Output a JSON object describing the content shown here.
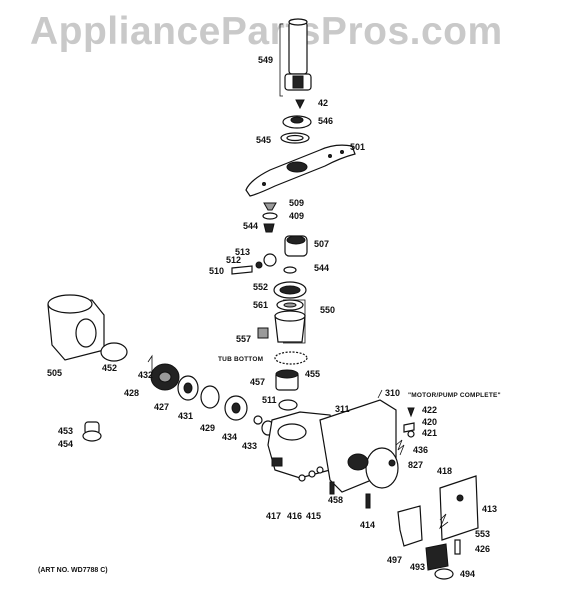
{
  "watermark": "AppliancePartsPros.com",
  "diagram": {
    "art_number": "(ART NO. WD7788 C)",
    "notes": {
      "tub_bottom": "TUB BOTTOM",
      "motor_pump_complete": "\"MOTOR/PUMP COMPLETE\""
    },
    "part_numbers": [
      "549",
      "42",
      "546",
      "545",
      "501",
      "509",
      "409",
      "544",
      "507",
      "513",
      "512",
      "510",
      "544",
      "552",
      "561",
      "550",
      "557",
      "505",
      "452",
      "432",
      "428",
      "427",
      "431",
      "429",
      "434",
      "433",
      "455",
      "457",
      "511",
      "310",
      "311",
      "422",
      "420",
      "421",
      "436",
      "827",
      "453",
      "454",
      "458",
      "417",
      "416",
      "415",
      "414",
      "418",
      "413",
      "553",
      "497",
      "426",
      "493",
      "494"
    ]
  }
}
